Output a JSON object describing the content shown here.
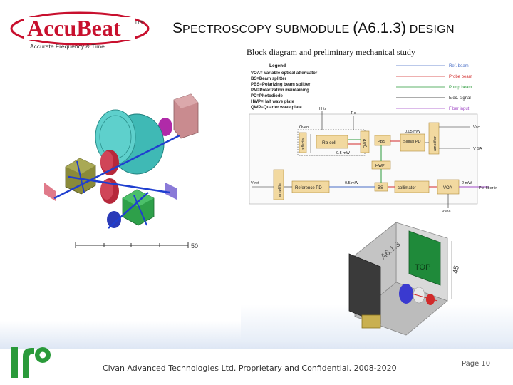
{
  "header": {
    "logo_name": "AccuBeat",
    "logo_suffix": "Ltd.",
    "logo_tagline": "Accurate Frequency & Time",
    "title_part1": "S",
    "title_part2": "PECTROSCOPY SUBMODULE ",
    "title_part3": "(A6.1.3)",
    "title_part4": " DESIGN"
  },
  "block_diagram": {
    "title": "Block diagram and preliminary mechanical study",
    "legend_title": "Legend",
    "legend": [
      "VOA= Variable optical attenuator",
      "BS=Beam splitter",
      "PBS=Polarizing beam splitter",
      "PM=Polarization maintaining",
      "PD=Photodiode",
      "HWP=Half wave plate",
      "QWP=Quarter wave plate"
    ],
    "beam_legend": [
      "Ref. beam",
      "Probe beam",
      "Pump beam",
      "Elec. signal",
      "Fiber input"
    ],
    "beam_colors": [
      "#4a6fc6",
      "#d22b2b",
      "#2a9a3a",
      "#222222",
      "#a04ac6"
    ],
    "blocks": {
      "oven": "Oven",
      "reflector": "reflector",
      "rb_cell": "Rb cell",
      "qwp": "QWP",
      "pbs": "PBS",
      "signal_pd": "Signal PD",
      "amplifier_top": "amplifier",
      "hwp": "HWP",
      "amplifier_left": "amplifier",
      "reference_pd": "Reference PD",
      "bs": "BS",
      "collimator": "collimator",
      "voa": "VOA"
    },
    "labels": {
      "i_htr": "I htr",
      "t_c": "T c",
      "power_005": "0.05 mW",
      "power_05_a": "0.5 mW",
      "power_05_b": "0.5 mW",
      "power_2": "2 mW",
      "vcc": "Vcc",
      "v_sa": "V SA",
      "v_ref": "V ref",
      "pm_fiber_in": "PM fiber in",
      "vvoa": "Vvoa"
    }
  },
  "mechanical": {
    "scale_label": "50",
    "housing_text": "TOP",
    "edge_label": "A6.1.3",
    "dim_label": "45"
  },
  "footer": {
    "text": "Civan Advanced Technologies Ltd. Proprietary and Confidential. 2008-2020",
    "page_label": "Page 10"
  }
}
